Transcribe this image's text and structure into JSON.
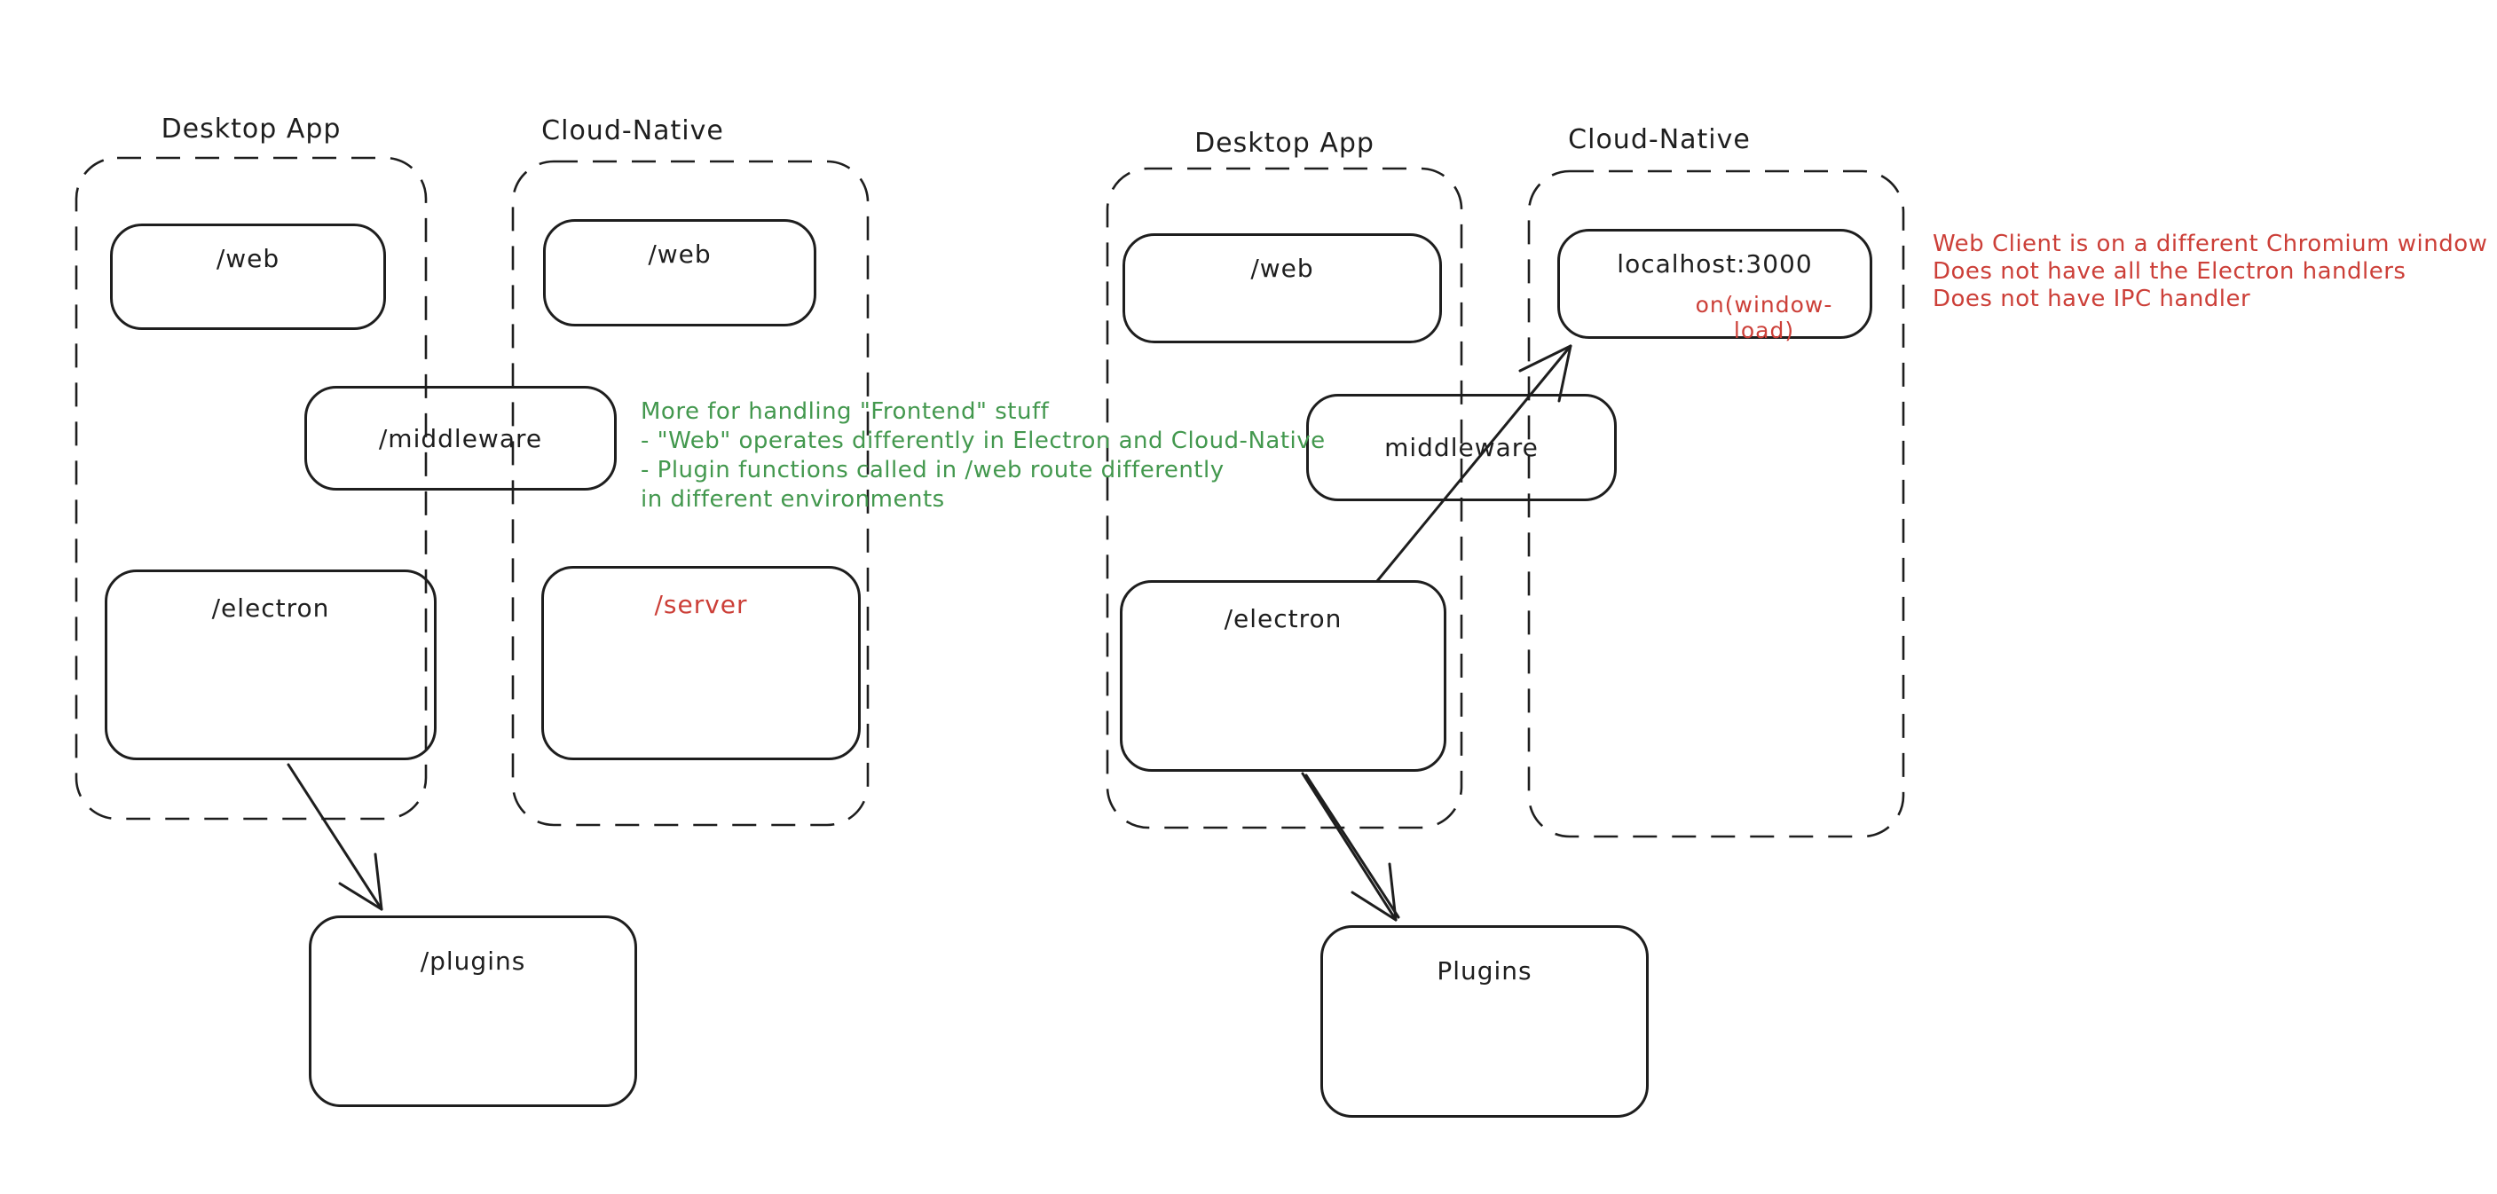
{
  "colors": {
    "ink": "#1e1e1e",
    "background": "#ffffff",
    "accent_red": "#cc3f38",
    "accent_green": "#43984e"
  },
  "left_diagram": {
    "desktop_group": {
      "label": "Desktop App",
      "web_box_label": "/web",
      "electron_box_label": "/electron"
    },
    "cloud_group": {
      "label": "Cloud-Native",
      "web_box_label": "/web",
      "server_box_label": "/server"
    },
    "middleware_box_label": "/middleware",
    "plugins_box_label": "/plugins"
  },
  "right_diagram": {
    "desktop_group": {
      "label": "Desktop App",
      "web_box_label": "/web",
      "electron_box_label": "/electron"
    },
    "cloud_group": {
      "label": "Cloud-Native",
      "localhost_box_label": "localhost:3000",
      "window_load_event_label": "on(window-load)"
    },
    "middleware_box_label": "middleware",
    "plugins_box_label": "Plugins"
  },
  "notes": {
    "green_note": {
      "color": "#43984e",
      "lines": [
        "More for handling \"Frontend\" stuff",
        "- \"Web\" operates differently in Electron and Cloud-Native",
        "- Plugin functions called in /web route differently",
        "in different environments"
      ]
    },
    "red_note": {
      "color": "#cc3f38",
      "lines": [
        "Web Client is on a different Chromium window",
        "Does not have all the Electron handlers",
        "Does not have IPC handler"
      ]
    }
  }
}
